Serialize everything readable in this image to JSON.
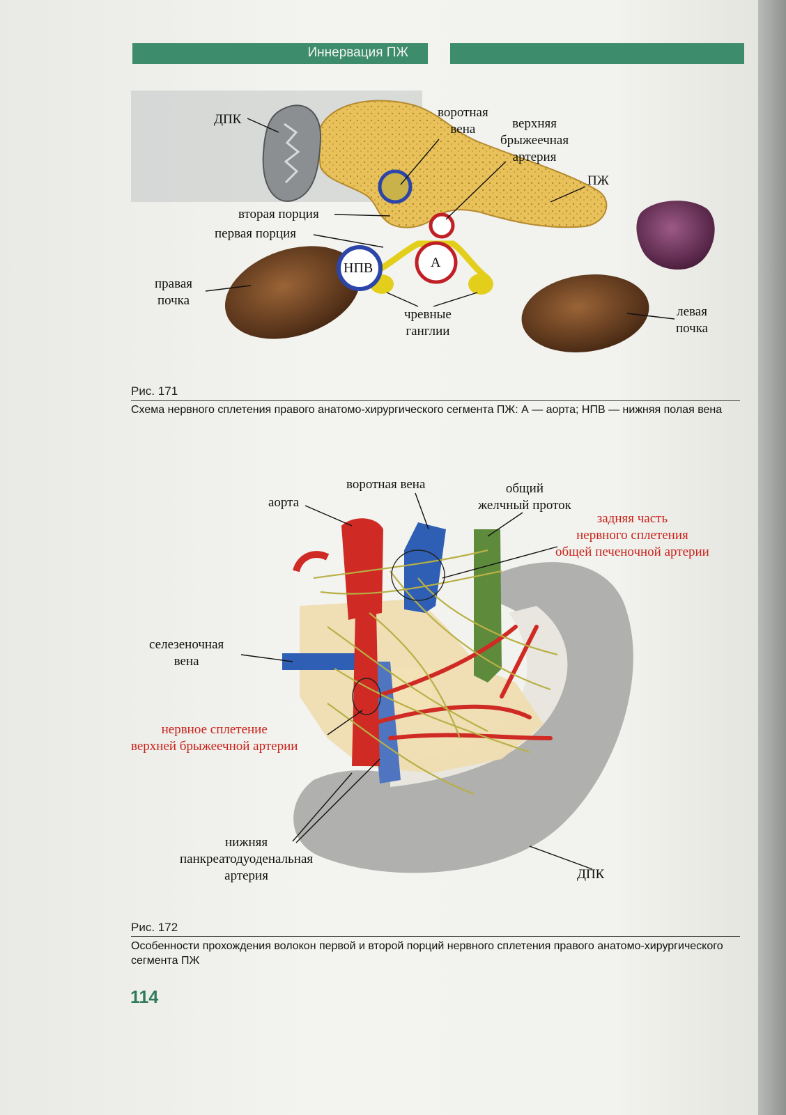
{
  "header": {
    "section_title": "Иннервация ПЖ"
  },
  "figure171": {
    "labels": {
      "dpk": "ДПК",
      "portal_vein": "воротная\nвена",
      "sma": "верхняя\nбрыжеечная\nартерия",
      "pzh": "ПЖ",
      "second_portion": "вторая порция",
      "first_portion": "первая порция",
      "right_kidney": "правая\nпочка",
      "npv": "НПВ",
      "aorta_a": "А",
      "celiac_ganglia": "чревные\nганглии",
      "left_kidney": "левая\nпочка"
    },
    "caption_number": "Рис. 171",
    "caption_text": "Схема нервного сплетения правого анатомо-хирургического сегмента ПЖ: А — аорта; НПВ — нижняя полая вена"
  },
  "figure172": {
    "labels": {
      "portal_vein": "воротная вена",
      "aorta": "аорта",
      "common_bile_duct": "общий\nжелчный проток",
      "posterior_part": "задняя часть\nнервного сплетения\nобщей печеночной артерии",
      "splenic_vein": "селезеночная\nвена",
      "sma_plexus": "нервное сплетение\nверхней брыжеечной артерии",
      "ipda": "нижняя\nпанкреатодуоденальная\nартерия",
      "dpk": "ДПК"
    },
    "caption_number": "Рис. 172",
    "caption_text": "Особенности прохождения волокон первой и второй порций нервного сплетения правого анатомо-хирургического сегмента ПЖ"
  },
  "page_number": "114",
  "colors": {
    "accent_green": "#3d8c6b",
    "label_red": "#c8231b"
  }
}
